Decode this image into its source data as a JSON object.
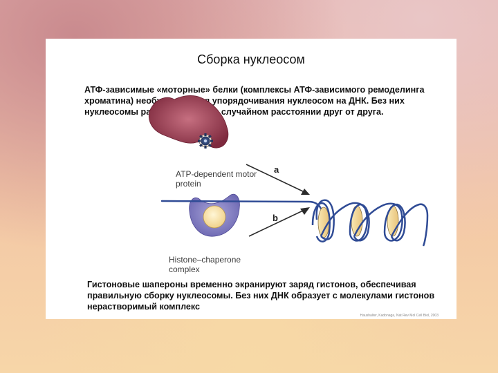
{
  "title": "Сборка нуклеосом",
  "paragraph_top": "АТФ-зависимые «моторные» белки (комплексы АТФ-зависимого ремоделинга хроматина) необходимы для упорядочивания нуклеосом на ДНК. Без них нуклеосомы располагаются на случайном расстоянии друг от друга.",
  "diagram": {
    "motor_label": "ATP-dependent motor protein",
    "chaperone_label": "Histone–chaperone complex",
    "arrow_a": "a",
    "arrow_b": "b"
  },
  "paragraph_bottom": "Гистоновые шапероны временно экранируют заряд гистонов, обеспечивая правильную сборку нуклеосомы. Без них ДНК образует с молекулами гистонов нерастворимый комплекс",
  "credit": "Haushalter, Kadonaga, Nat Rev Mol Cell Biol, 2003"
}
